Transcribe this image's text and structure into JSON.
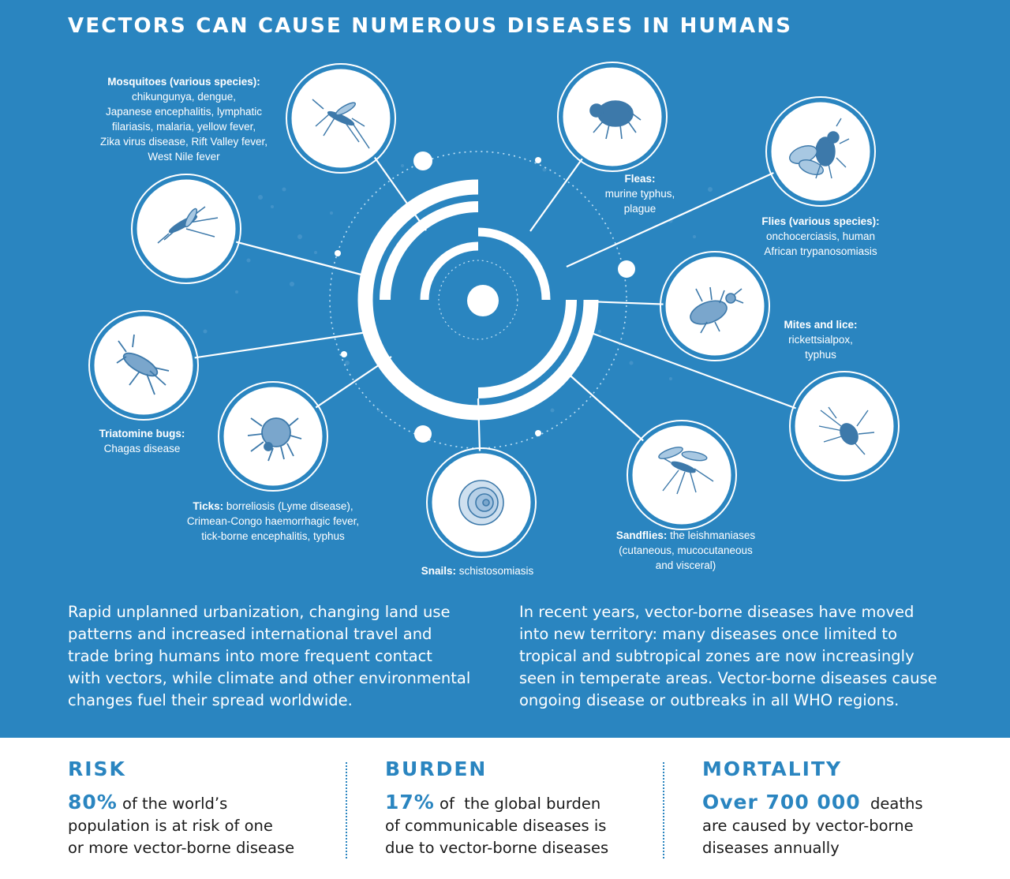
{
  "title": "VECTORS CAN CAUSE NUMEROUS DISEASES IN HUMANS",
  "vectors": {
    "mosquitoes": {
      "name": "Mosquitoes (various species):",
      "lines": [
        "chikungunya, dengue,",
        "Japanese encephalitis, lymphatic",
        "filariasis, malaria, yellow fever,",
        "Zika virus disease, Rift Valley fever,",
        "West Nile fever"
      ]
    },
    "fleas": {
      "name": "Fleas:",
      "lines": [
        "murine typhus,",
        "plague"
      ]
    },
    "flies": {
      "name": "Flies (various species):",
      "lines": [
        "onchocerciasis, human",
        "African trypanosomiasis"
      ]
    },
    "mites": {
      "name": "Mites and lice:",
      "lines": [
        "rickettsialpox,",
        "typhus"
      ]
    },
    "triatomine": {
      "name": "Triatomine bugs:",
      "lines": [
        "Chagas disease"
      ]
    },
    "ticks": {
      "name": "Ticks:",
      "first": "borreliosis (Lyme disease),",
      "lines": [
        "Crimean-Congo haemorrhagic fever,",
        "tick-borne encephalitis, typhus"
      ]
    },
    "snails": {
      "name": "Snails:",
      "first": "schistosomiasis"
    },
    "sandflies": {
      "name": "Sandflies:",
      "first": "the leishmaniases",
      "lines": [
        "(cutaneous, mucocutaneous",
        "and visceral)"
      ]
    }
  },
  "paragraphs": {
    "left": [
      "Rapid unplanned urbanization, changing land use",
      "patterns and increased international travel and",
      "trade bring humans into more frequent contact",
      "with vectors, while climate and other environmental",
      "changes fuel their spread worldwide."
    ],
    "right": [
      "In recent years, vector-borne diseases have moved",
      "into new territory: many diseases once limited to",
      "tropical and subtropical zones are now increasingly",
      "seen in temperate areas. Vector-borne diseases cause",
      "ongoing disease or outbreaks in all WHO regions."
    ]
  },
  "stats": {
    "risk": {
      "heading": "RISK",
      "value": "80%",
      "text1": " of the world’s",
      "line2": "population is at risk of one",
      "line3": "or more vector-borne disease"
    },
    "burden": {
      "heading": "BURDEN",
      "value": "17%",
      "text1": " of  the global burden",
      "line2": "of communicable diseases is",
      "line3": "due to vector-borne diseases"
    },
    "mortality": {
      "heading": "MORTALITY",
      "value": "Over 700 000",
      "text1": "  deaths",
      "line2": "are caused by vector-borne",
      "line3": "diseases annually"
    }
  },
  "icons": [
    "mosquito-icon",
    "flea-icon",
    "fly-icon",
    "louse-icon",
    "mite-icon",
    "sandfly-icon",
    "snail-icon",
    "tick-icon",
    "triatomine-bug-icon",
    "mosquito-flying-icon"
  ],
  "colors": {
    "background_blue": "#2a85c0",
    "white": "#ffffff",
    "icon_blue": "#3d79aa",
    "text_dark": "#1a1a1a"
  }
}
